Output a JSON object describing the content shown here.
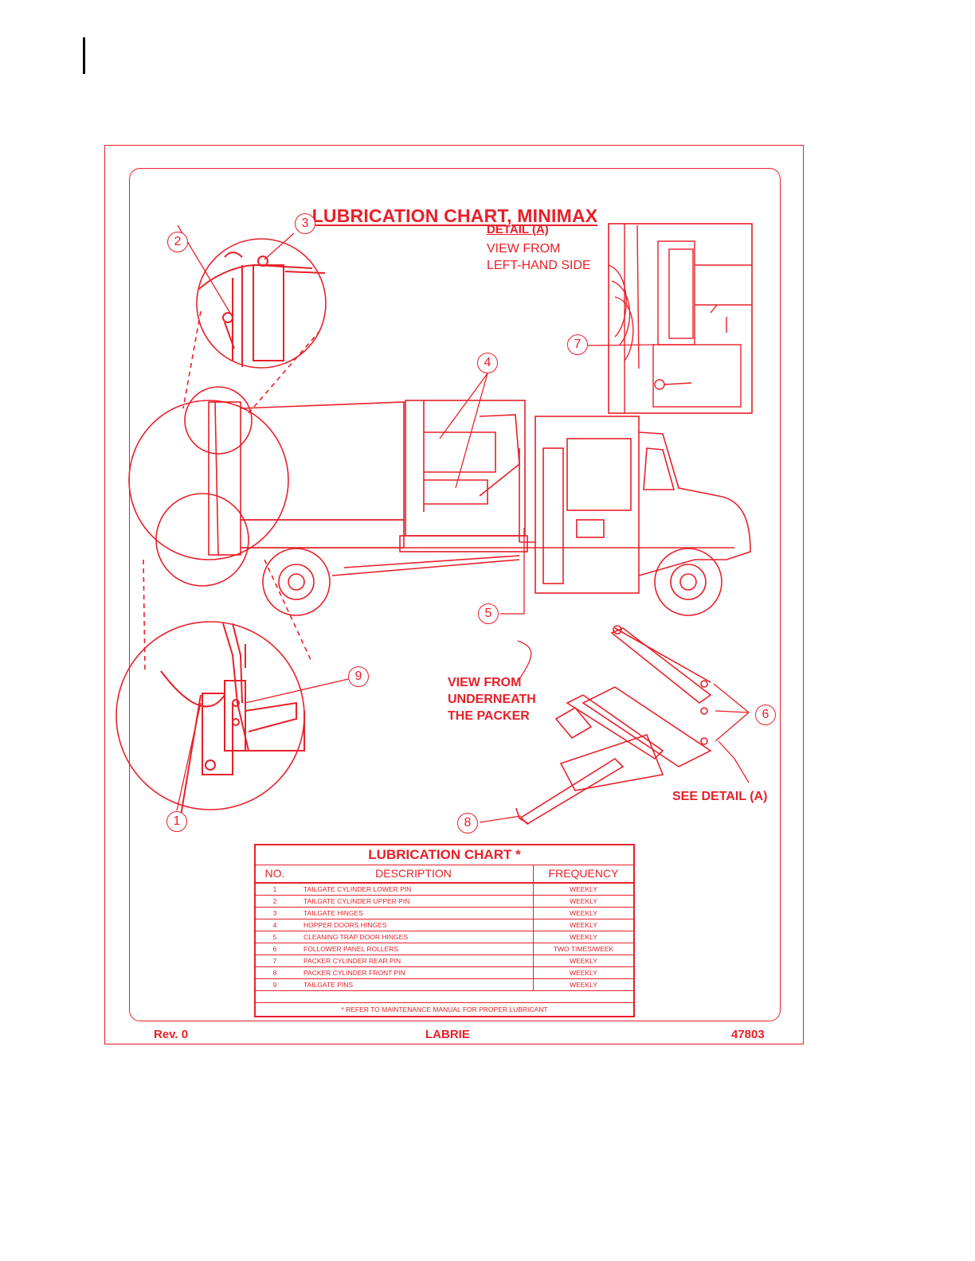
{
  "chart_title": "LUBRICATION CHART, MINIMAX",
  "detail": {
    "heading": "DETAIL (A)",
    "line1": "VIEW FROM",
    "line2": "LEFT-HAND SIDE"
  },
  "underneath": {
    "line1": "VIEW FROM",
    "line2": "UNDERNEATH",
    "line3": "THE PACKER"
  },
  "see_detail": "SEE DETAIL (A)",
  "callouts": [
    "1",
    "2",
    "3",
    "4",
    "5",
    "6",
    "7",
    "8",
    "9"
  ],
  "table": {
    "title": "LUBRICATION CHART *",
    "headers": {
      "no": "NO.",
      "description": "DESCRIPTION",
      "frequency": "FREQUENCY"
    },
    "rows": [
      {
        "no": "1",
        "description": "TAILGATE CYLINDER LOWER PIN",
        "frequency": "WEEKLY"
      },
      {
        "no": "2",
        "description": "TAILGATE CYLINDER UPPER PIN",
        "frequency": "WEEKLY"
      },
      {
        "no": "3",
        "description": "TAILGATE HINGES",
        "frequency": "WEEKLY"
      },
      {
        "no": "4",
        "description": "HOPPER DOORS HINGES",
        "frequency": "WEEKLY"
      },
      {
        "no": "5",
        "description": "CLEANING TRAP DOOR HINGES",
        "frequency": "WEEKLY"
      },
      {
        "no": "6",
        "description": "FOLLOWER PANEL ROLLERS",
        "frequency": "TWO TIMES/WEEK"
      },
      {
        "no": "7",
        "description": "PACKER CYLINDER REAR PIN",
        "frequency": "WEEKLY"
      },
      {
        "no": "8",
        "description": "PACKER CYLINDER FRONT PIN",
        "frequency": "WEEKLY"
      },
      {
        "no": "9",
        "description": "TAILGATE PINS",
        "frequency": "WEEKLY"
      }
    ],
    "footnote": "* REFER TO MAINTENANCE MANUAL FOR PROPER LUBRICANT"
  },
  "footer": {
    "rev": "Rev. 0",
    "brand": "LABRIE",
    "number": "47803"
  },
  "colors": {
    "ink": "#e8202a",
    "page": "#ffffff"
  }
}
